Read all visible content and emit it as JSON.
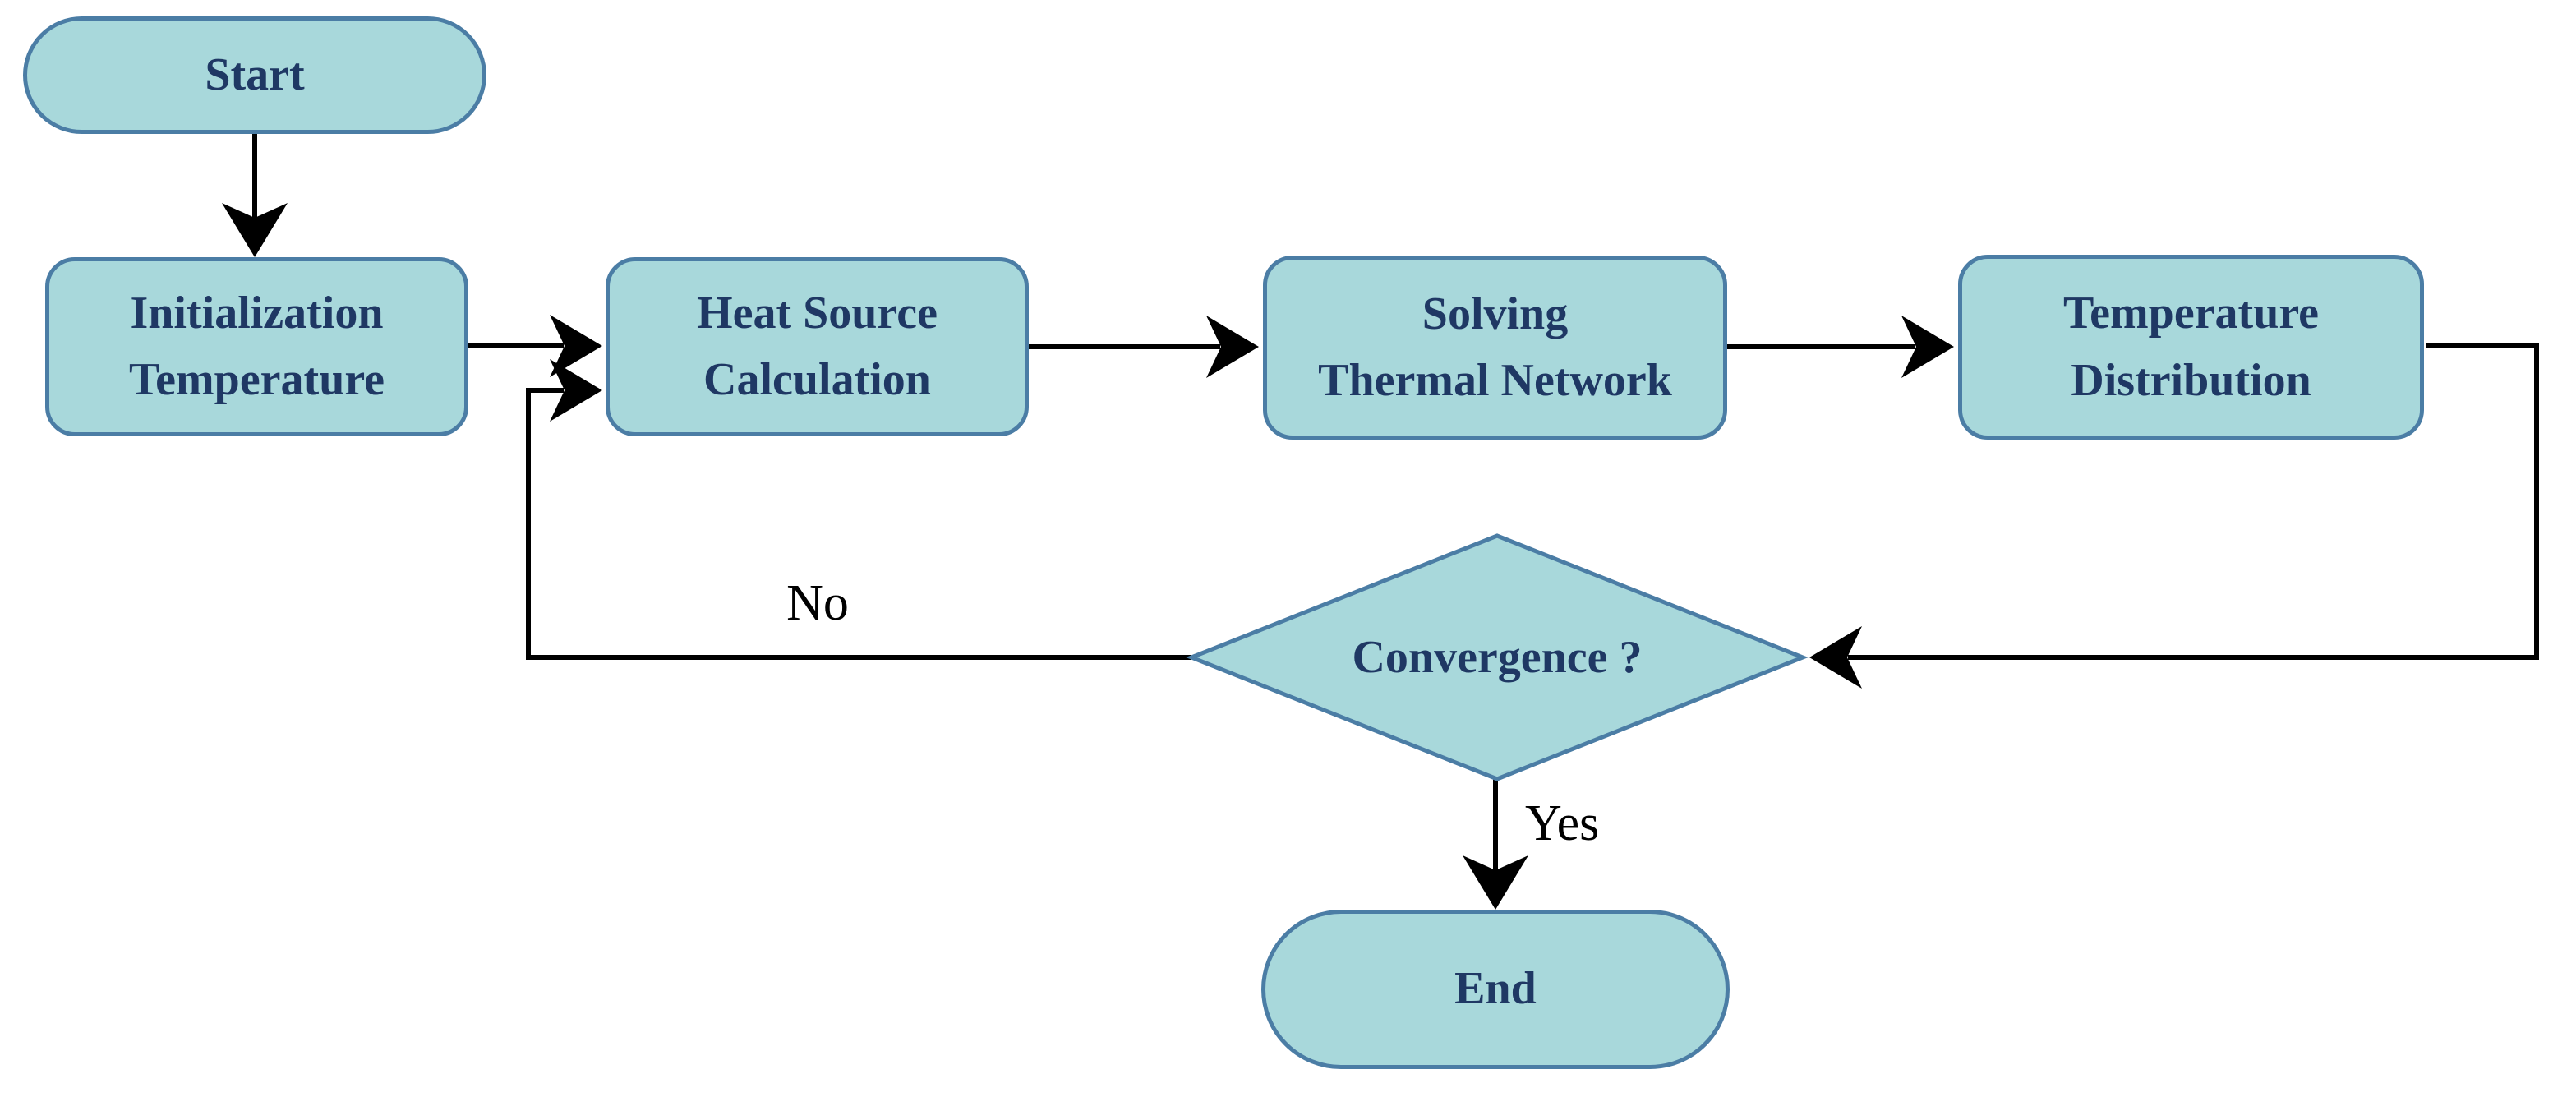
{
  "colors": {
    "background": "#ffffff",
    "node_fill": "#a8d8db",
    "node_border": "#4b7da5",
    "node_text": "#1f3864",
    "connector": "#000000"
  },
  "nodes": {
    "start": {
      "type": "terminator",
      "label": "Start"
    },
    "init": {
      "type": "process",
      "line1": "Initialization",
      "line2": "Temperature"
    },
    "heat": {
      "type": "process",
      "line1": "Heat Source",
      "line2": "Calculation"
    },
    "solve": {
      "type": "process",
      "line1": "Solving",
      "line2": "Thermal Network"
    },
    "temp": {
      "type": "process",
      "line1": "Temperature",
      "line2": "Distribution"
    },
    "decision": {
      "type": "decision",
      "label": "Convergence ?"
    },
    "end": {
      "type": "terminator",
      "label": "End"
    }
  },
  "edges": [
    {
      "from": "start",
      "to": "init",
      "label": ""
    },
    {
      "from": "init",
      "to": "heat",
      "label": ""
    },
    {
      "from": "heat",
      "to": "solve",
      "label": ""
    },
    {
      "from": "solve",
      "to": "temp",
      "label": ""
    },
    {
      "from": "temp",
      "to": "decision",
      "label": ""
    },
    {
      "from": "decision",
      "to": "heat",
      "label": "No"
    },
    {
      "from": "decision",
      "to": "end",
      "label": "Yes"
    }
  ]
}
